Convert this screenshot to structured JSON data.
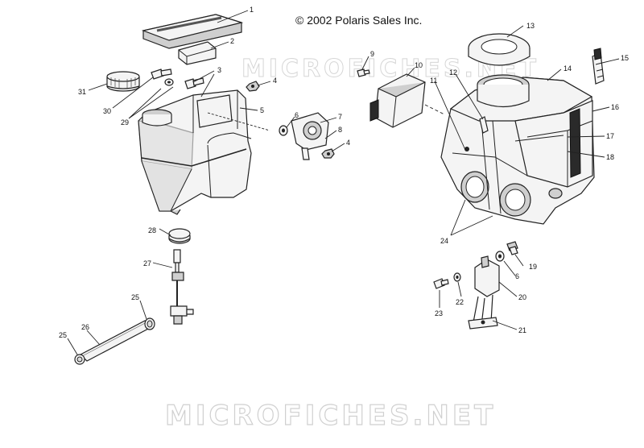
{
  "copyright": "© 2002 Polaris Sales Inc.",
  "watermarks": {
    "top": "MICROFICHES.NET",
    "bottom": "MICROFICHES.NET"
  },
  "callouts": {
    "c1": "1",
    "c2": "2",
    "c3": "3",
    "c4a": "4",
    "c4b": "4",
    "c5": "5",
    "c6a": "6",
    "c6b": "6",
    "c7": "7",
    "c8": "8",
    "c9": "9",
    "c10": "10",
    "c11": "11",
    "c12": "12",
    "c13": "13",
    "c14": "14",
    "c15": "15",
    "c16": "16",
    "c17": "17",
    "c18": "18",
    "c19": "19",
    "c20": "20",
    "c21": "21",
    "c22": "22",
    "c23": "23",
    "c24": "24",
    "c25a": "25",
    "c25b": "25",
    "c26": "26",
    "c27": "27",
    "c28": "28",
    "c29": "29",
    "c30": "30",
    "c31": "31"
  }
}
